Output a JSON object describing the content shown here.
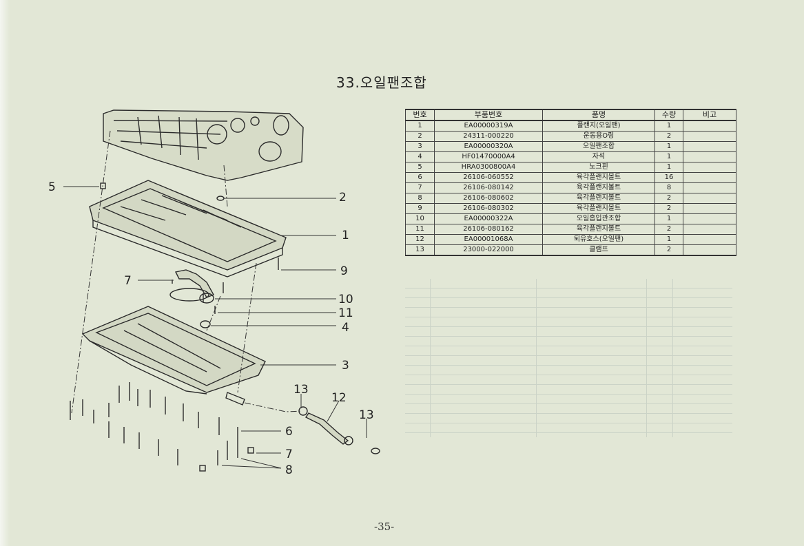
{
  "title": "33.오일팬조합",
  "table": {
    "headers": [
      "번호",
      "부품번호",
      "품명",
      "수량",
      "비고"
    ],
    "rows": [
      [
        "1",
        "EA00000319A",
        "플랜지(오일팬)",
        "1",
        ""
      ],
      [
        "2",
        "24311-000220",
        "운동용O링",
        "2",
        ""
      ],
      [
        "3",
        "EA00000320A",
        "오일팬조합",
        "1",
        ""
      ],
      [
        "4",
        "HF01470000A4",
        "자석",
        "1",
        ""
      ],
      [
        "5",
        "HRA0300800A4",
        "노크핀",
        "1",
        ""
      ],
      [
        "6",
        "26106-060552",
        "육각플랜지볼트",
        "16",
        ""
      ],
      [
        "7",
        "26106-080142",
        "육각플랜지볼트",
        "8",
        ""
      ],
      [
        "8",
        "26106-080602",
        "육각플랜지볼트",
        "2",
        ""
      ],
      [
        "9",
        "26106-080302",
        "육각플랜지볼트",
        "2",
        ""
      ],
      [
        "10",
        "EA00000322A",
        "오일흡입관조합",
        "1",
        ""
      ],
      [
        "11",
        "26106-080162",
        "육각플랜지볼트",
        "2",
        ""
      ],
      [
        "12",
        "EA00001068A",
        "퇴유호스(오일팬)",
        "1",
        ""
      ],
      [
        "13",
        "23000-022000",
        "클램프",
        "2",
        ""
      ]
    ]
  },
  "callouts": {
    "c5": "5",
    "c2": "2",
    "c1": "1",
    "c9": "9",
    "c7a": "7",
    "c10": "10",
    "c11": "11",
    "c4": "4",
    "c3": "3",
    "c13a": "13",
    "c12": "12",
    "c13b": "13",
    "c6": "6",
    "c7b": "7",
    "c8": "8"
  },
  "page_number": "-35-"
}
